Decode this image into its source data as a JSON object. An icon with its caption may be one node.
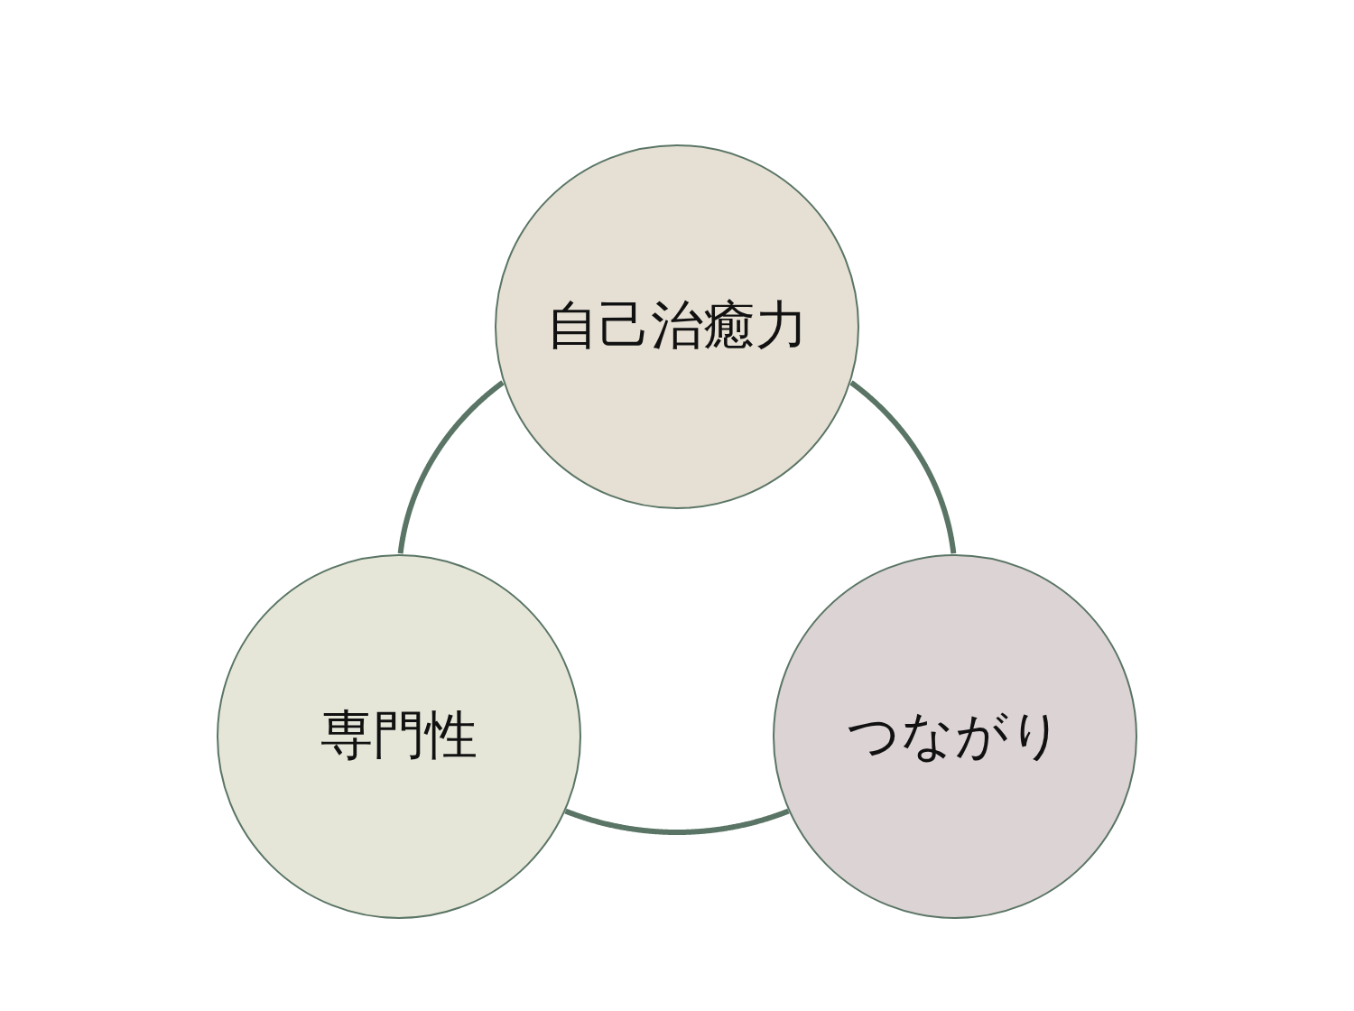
{
  "diagram": {
    "nodes": [
      {
        "text": [
          "自己治癒力"
        ]
      },
      {
        "text": [
          "専門性"
        ]
      },
      {
        "text": [
          "つながり"
        ]
      }
    ],
    "edges": [
      {
        "from": 0,
        "to": 1,
        "arrow": "none"
      },
      {
        "from": 0,
        "to": 2,
        "arrow": "none"
      },
      {
        "from": 1,
        "to": 2,
        "arrow": "none"
      }
    ]
  }
}
